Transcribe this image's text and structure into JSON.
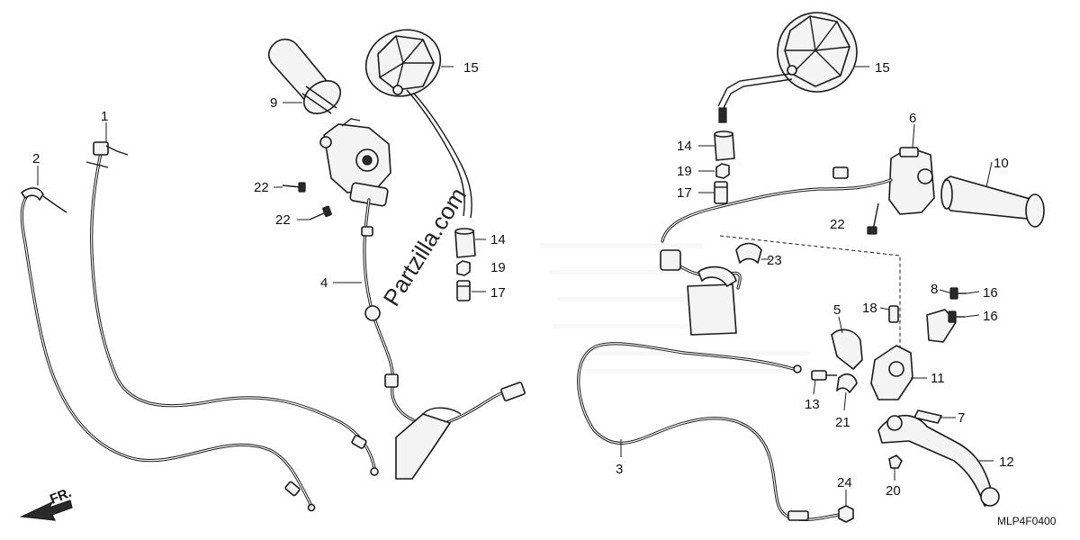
{
  "watermark": "Partzilla.com",
  "direction_label": "FR.",
  "diagram_code": "MLP4F0400",
  "callouts": [
    {
      "id": "c1",
      "text": "1"
    },
    {
      "id": "c2",
      "text": "2"
    },
    {
      "id": "c9",
      "text": "9"
    },
    {
      "id": "c15a",
      "text": "15"
    },
    {
      "id": "c22a",
      "text": "22"
    },
    {
      "id": "c22b",
      "text": "22"
    },
    {
      "id": "c4",
      "text": "4"
    },
    {
      "id": "c14a",
      "text": "14"
    },
    {
      "id": "c19a",
      "text": "19"
    },
    {
      "id": "c17a",
      "text": "17"
    },
    {
      "id": "c15b",
      "text": "15"
    },
    {
      "id": "c6",
      "text": "6"
    },
    {
      "id": "c10",
      "text": "10"
    },
    {
      "id": "c14b",
      "text": "14"
    },
    {
      "id": "c19b",
      "text": "19"
    },
    {
      "id": "c17b",
      "text": "17"
    },
    {
      "id": "c22c",
      "text": "22"
    },
    {
      "id": "c23",
      "text": "23"
    },
    {
      "id": "c8",
      "text": "8"
    },
    {
      "id": "c16a",
      "text": "16"
    },
    {
      "id": "c16b",
      "text": "16"
    },
    {
      "id": "c5",
      "text": "5"
    },
    {
      "id": "c18",
      "text": "18"
    },
    {
      "id": "c11",
      "text": "11"
    },
    {
      "id": "c13",
      "text": "13"
    },
    {
      "id": "c21",
      "text": "21"
    },
    {
      "id": "c7",
      "text": "7"
    },
    {
      "id": "c12",
      "text": "12"
    },
    {
      "id": "c3",
      "text": "3"
    },
    {
      "id": "c24",
      "text": "24"
    },
    {
      "id": "c20",
      "text": "20"
    }
  ]
}
